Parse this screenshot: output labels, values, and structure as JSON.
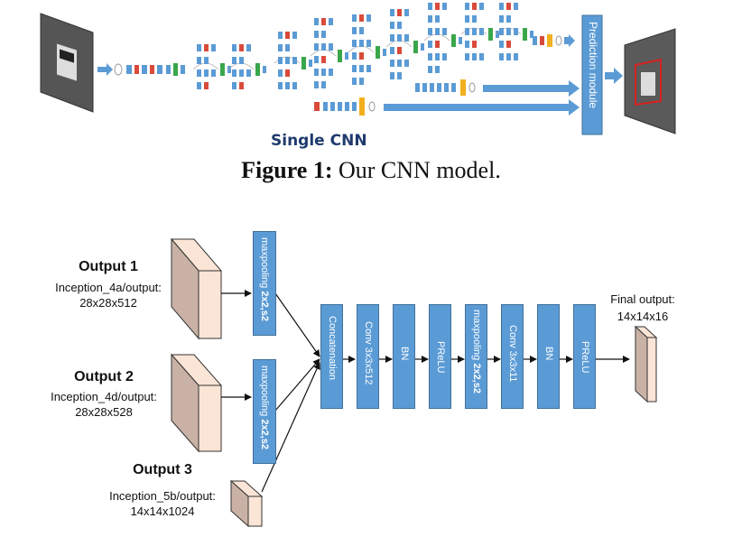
{
  "top": {
    "prediction_module_label": "Prediction module",
    "title": "Single CNN"
  },
  "caption": {
    "prefix": "Figure 1:",
    "text": " Our CNN model."
  },
  "outputs": [
    {
      "title": "Output 1",
      "layer": "Inception_4a/output:",
      "dims": "28x28x512"
    },
    {
      "title": "Output 2",
      "layer": "Inception_4d/output:",
      "dims": "28x28x528"
    },
    {
      "title": "Output 3",
      "layer": "Inception_5b/output:",
      "dims": "14x14x1024"
    }
  ],
  "pool_blocks": [
    {
      "label": "maxpooling ",
      "bold": "2x2,s2"
    },
    {
      "label": "maxpooling ",
      "bold": "2x2,s2"
    }
  ],
  "pipeline": [
    {
      "label": "Concatenation",
      "bold": ""
    },
    {
      "label": "Conv 3x3x512",
      "bold": ""
    },
    {
      "label": "BN",
      "bold": ""
    },
    {
      "label": "PReLU",
      "bold": ""
    },
    {
      "label": "maxpooling ",
      "bold": "2x2,s2"
    },
    {
      "label": "Conv 3x3x11",
      "bold": ""
    },
    {
      "label": "BN",
      "bold": ""
    },
    {
      "label": "PReLU",
      "bold": ""
    }
  ],
  "final": {
    "label": "Final output:",
    "dims": "14x14x16"
  },
  "colors": {
    "block_blue": "#5b9bd5",
    "cube_front": "#fbe5d6",
    "cube_side": "#c9b2a5",
    "title_blue": "#1f3b6e"
  }
}
